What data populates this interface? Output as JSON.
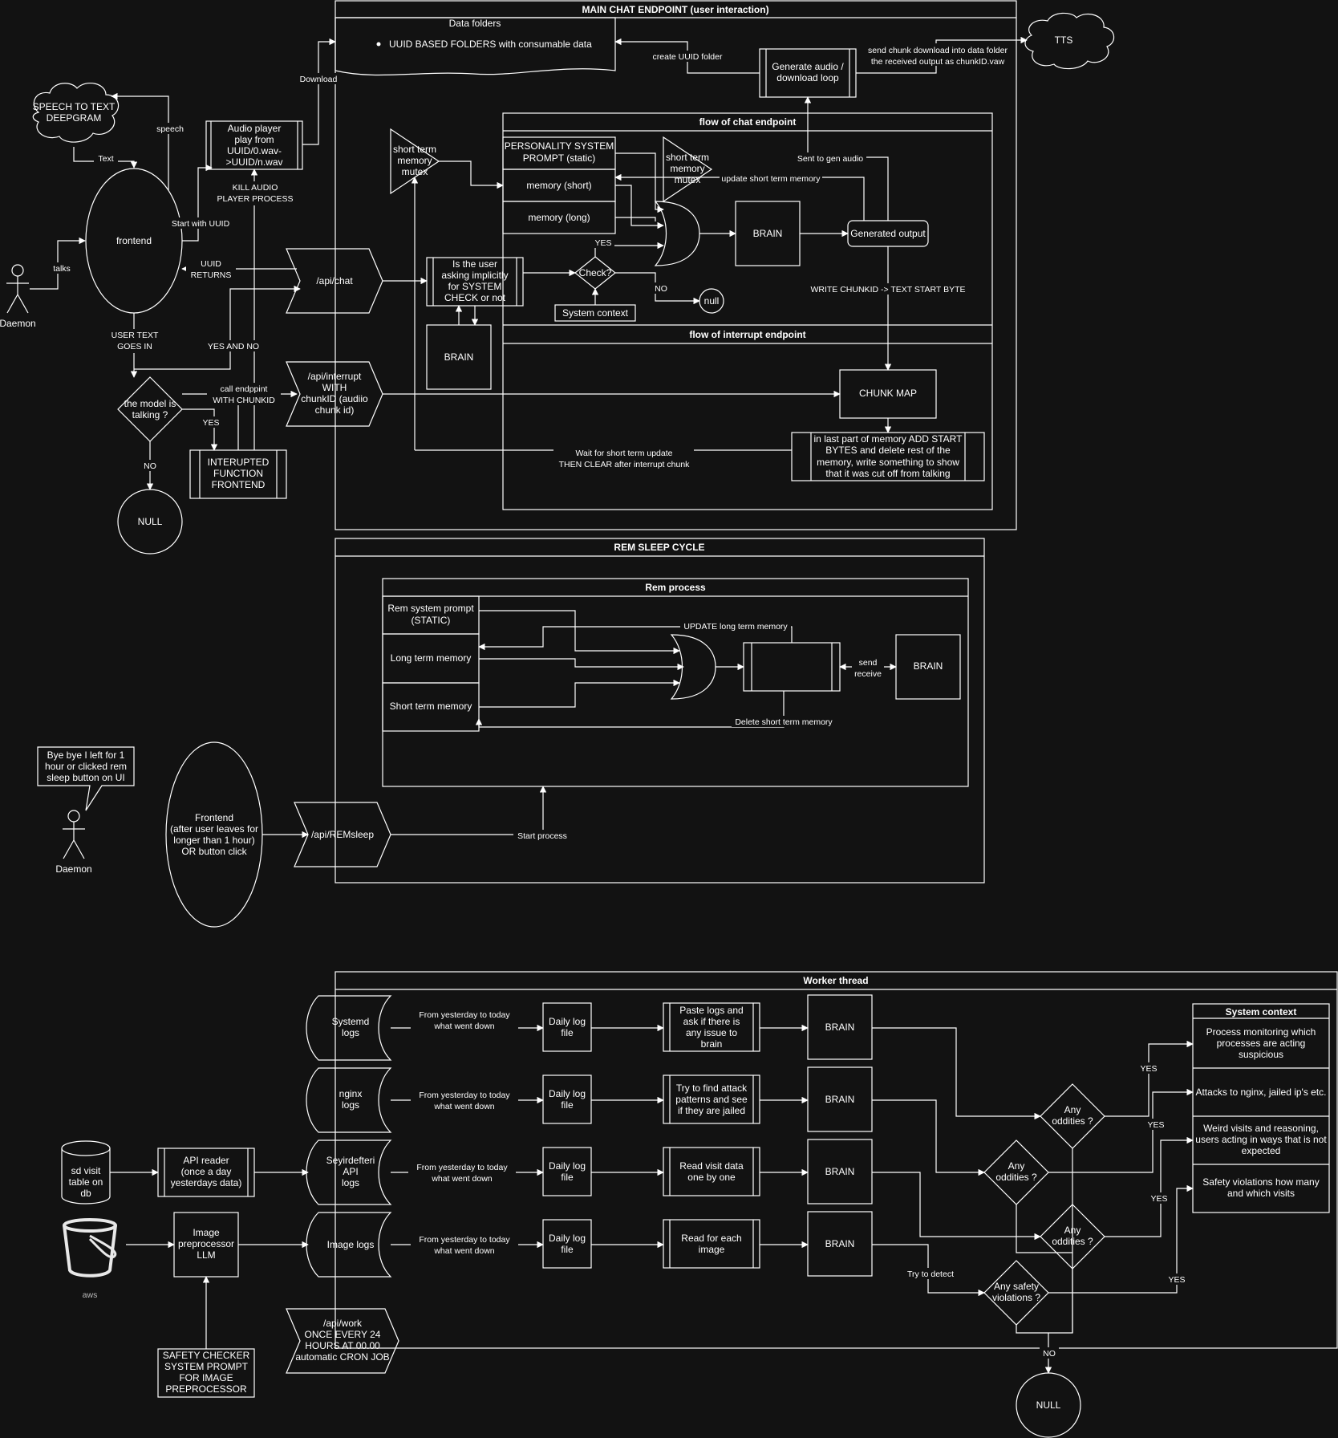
{
  "containers": {
    "main": "MAIN CHAT ENDPOINT (user interaction)",
    "chat_flow": "flow of chat endpoint",
    "interrupt_flow": "flow of interrupt endpoint",
    "rem": "REM SLEEP CYCLE",
    "rem_process": "Rem process",
    "worker": "Worker thread",
    "system_context": "System context"
  },
  "nodes": {
    "daemon1": "Daemon",
    "daemon2": "Daemon",
    "speech": [
      "SPEECH TO TEXT",
      "DEEPGRAM"
    ],
    "frontend": "frontend",
    "audio_player": [
      "Audio player",
      "play from",
      "UUID/0.wav-",
      ">UUID/n.wav"
    ],
    "api_chat": "/api/chat",
    "api_interrupt": [
      "/api/interrupt",
      "WITH",
      "chunkID (audiio",
      "chunk id)"
    ],
    "model_talking": [
      "the model is",
      "talking ?"
    ],
    "interrupted_fn": [
      "INTERUPTED",
      "FUNCTION",
      "FRONTEND"
    ],
    "null1": "NULL",
    "data_folders_title": "Data folders",
    "data_folders_item": "UUID BASED FOLDERS with consumable data",
    "gen_audio": [
      "Generate audio /",
      "download loop"
    ],
    "tts": "TTS",
    "stm_mutex1": [
      "short term",
      "memory",
      "mutex"
    ],
    "stm_mutex2": [
      "short term",
      "memory",
      "mutex"
    ],
    "personality": [
      "PERSONALITY SYSTEM",
      "PROMPT (static)"
    ],
    "mem_short": "memory (short)",
    "mem_long": "memory (long)",
    "brain_chat": "BRAIN",
    "generated_output": "Generated output",
    "is_user": [
      "Is the user",
      "asking implicitly",
      "for SYSTEM",
      "CHECK or not"
    ],
    "check": "Check?",
    "null_small": "null",
    "system_context_small": "System context",
    "brain_check": "BRAIN",
    "chunk_map": "CHUNK MAP",
    "last_part": [
      "in last part of memory ADD START",
      "BYTES and delete rest of the",
      "memory, write something to show",
      "that it was cut off from talking"
    ],
    "rem_prompt": [
      "Rem system prompt",
      "(STATIC)"
    ],
    "rem_long": "Long term memory",
    "rem_short": "Short term memory",
    "brain_rem": "BRAIN",
    "bye_note": [
      "Bye bye I left for 1",
      "hour or clicked rem",
      "sleep button on UI"
    ],
    "frontend2": [
      "Frontend",
      "(after user leaves for",
      "longer than 1 hour)",
      "OR button click"
    ],
    "api_rem": "/api/REMsleep",
    "systemd": [
      "Systemd",
      "logs"
    ],
    "nginx": [
      "nginx",
      "logs"
    ],
    "seyir": [
      "Seyirdefteri",
      "API",
      "logs"
    ],
    "image_logs": "Image logs",
    "daily_log": [
      "Daily log",
      "file"
    ],
    "paste_logs": [
      "Paste logs and",
      "ask if there is",
      "any issue to",
      "brain"
    ],
    "find_attack": [
      "Try to find attack",
      "patterns and see",
      "if they are jailed"
    ],
    "read_visit": [
      "Read visit data",
      "one by one"
    ],
    "read_image": [
      "Read for each",
      "image"
    ],
    "brain_worker": "BRAIN",
    "oddities": [
      "Any",
      "oddities ?"
    ],
    "safety_violations": [
      "Any safety",
      "violations ?"
    ],
    "sd_visit": [
      "sd visit",
      "table on",
      "db"
    ],
    "api_reader": [
      "API reader",
      "(once a day",
      "yesterdays data)"
    ],
    "aws": "aws",
    "image_pre": [
      "Image",
      "preprocessor",
      "LLM"
    ],
    "safety_checker": [
      "SAFETY CHECKER",
      "SYSTEM PROMPT",
      "FOR IMAGE",
      "PREPROCESSOR"
    ],
    "api_work": [
      "/api/work",
      "ONCE EVERY 24",
      "HOURS AT 00.00",
      "automatic CRON JOB"
    ],
    "null2": "NULL",
    "ctx_items": [
      [
        "Process monitoring which",
        "processes are acting",
        "suspicious"
      ],
      [
        "Attacks to nginx, jailed ip's etc."
      ],
      [
        "Weird visits and reasoning,",
        "users acting in ways that is not",
        "expected"
      ],
      [
        "Safety violations how many",
        "and which visits"
      ]
    ]
  },
  "labels": {
    "talks": "talks",
    "text": "Text",
    "speech": "speech",
    "start_uuid": "Start with UUID",
    "uuid_returns": [
      "UUID",
      "RETURNS"
    ],
    "kill_audio": [
      "KILL AUDIO",
      "PLAYER PROCESS"
    ],
    "download": "Download",
    "user_text": [
      "USER TEXT",
      "GOES IN"
    ],
    "yes_and_no": "YES AND NO",
    "call_endpoint": [
      "call endppint",
      "WITH CHUNKID"
    ],
    "yes": "YES",
    "no": "NO",
    "no_caps": "NO",
    "create_uuid": "create UUID folder",
    "send_chunk": [
      "send chunk download into data folder",
      "the received output as chunkID.vaw"
    ],
    "sent_to_gen": "Sent to gen audio",
    "update_stm": "update short term memory",
    "write_chunk": "WRITE CHUNKID ->  TEXT START BYTE",
    "wait_update": [
      "Wait for short term update",
      "THEN CLEAR after interrupt chunk"
    ],
    "update_ltm": "UPDATE long term memory",
    "delete_stm": "Delete short term memory",
    "send_receive": [
      "send",
      "receive"
    ],
    "start_process": "Start process",
    "from_yesterday": [
      "From yesterday to today",
      "what went down"
    ],
    "try_detect": "Try to detect",
    "yes_caps": "YES"
  }
}
